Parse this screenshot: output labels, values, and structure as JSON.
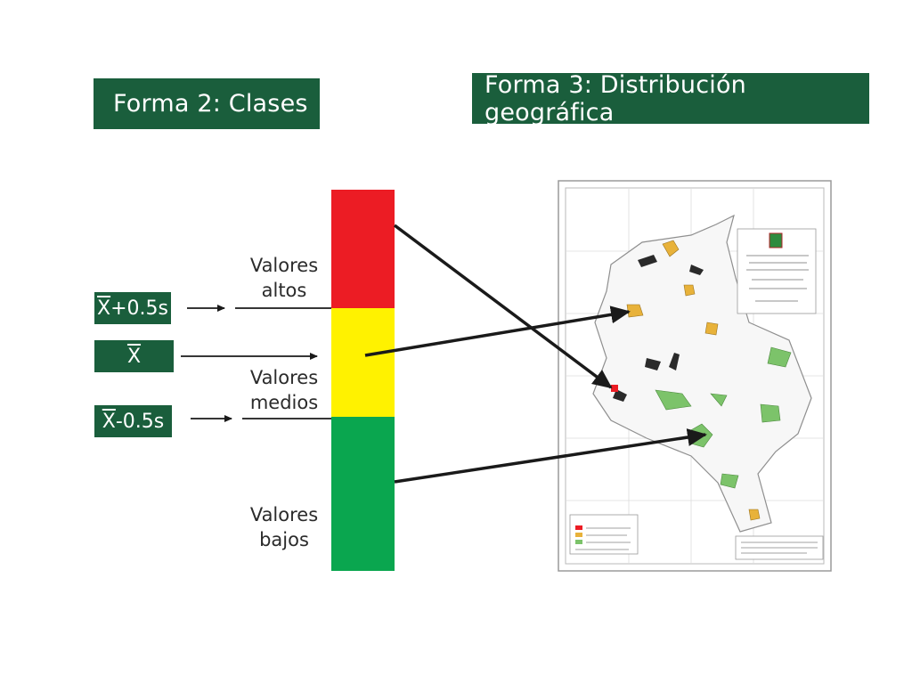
{
  "headers": {
    "classes": "Forma 2: Clases",
    "geo": "Forma 3: Distribución geográfica"
  },
  "stats": {
    "plus": {
      "symbol": "X",
      "suffix": "+0.5s"
    },
    "mean": {
      "symbol": "X",
      "suffix": ""
    },
    "minus": {
      "symbol": "X",
      "suffix": "-0.5s"
    }
  },
  "classes": {
    "high": {
      "line1": "Valores",
      "line2": "altos"
    },
    "mid": {
      "line1": "Valores",
      "line2": "medios"
    },
    "low": {
      "line1": "Valores",
      "line2": "bajos"
    }
  },
  "colors": {
    "header": "#1a5e3c",
    "high": "#ec1c24",
    "mid": "#fff200",
    "low": "#0aa64f",
    "arrow": "#1a1a1a"
  },
  "icons": {
    "map": "colombia-map-thumbnail",
    "arrow": "arrow-right-icon"
  }
}
